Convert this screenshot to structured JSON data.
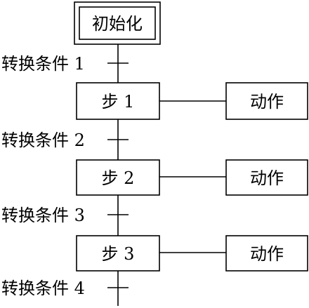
{
  "init": {
    "label": "初始化"
  },
  "steps": [
    {
      "label": "步 1",
      "action": "动作"
    },
    {
      "label": "步 2",
      "action": "动作"
    },
    {
      "label": "步 3",
      "action": "动作"
    }
  ],
  "transitions": [
    {
      "label": "转换条件 1"
    },
    {
      "label": "转换条件 2"
    },
    {
      "label": "转换条件 3"
    },
    {
      "label": "转换条件 4"
    }
  ]
}
